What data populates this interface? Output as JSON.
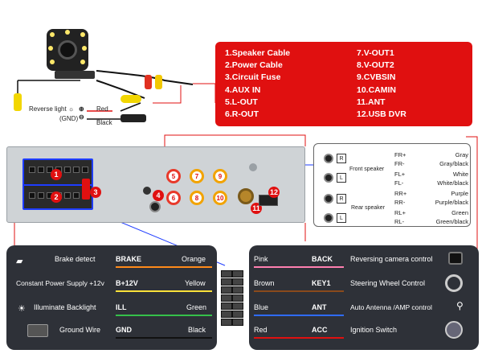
{
  "legend": {
    "items_left": [
      "1.Speaker Cable",
      "2.Power Cable",
      "3.Circuit Fuse",
      "4.AUX IN",
      "5.L-OUT",
      "6.R-OUT"
    ],
    "items_right": [
      "7.V-OUT1",
      "8.V-OUT2",
      "9.CVBSIN",
      "10.CAMIN",
      "11.ANT",
      "12.USB DVR"
    ]
  },
  "camera_wires": {
    "reverse_light": "Reverse light",
    "gnd": "(GND)",
    "red": "Red",
    "black": "Black"
  },
  "headunit_numbers": [
    "1",
    "2",
    "3",
    "4",
    "5",
    "6",
    "7",
    "8",
    "9",
    "10",
    "11",
    "12"
  ],
  "speaker": {
    "front_label": "Front speaker",
    "rear_label": "Rear speaker",
    "rows": [
      {
        "pin": "FR+",
        "color": "Gray"
      },
      {
        "pin": "FR-",
        "color": "Gray/black"
      },
      {
        "pin": "FL+",
        "color": "White"
      },
      {
        "pin": "FL-",
        "color": "White/black"
      },
      {
        "pin": "RR+",
        "color": "Purple"
      },
      {
        "pin": "RR-",
        "color": "Purple/black"
      },
      {
        "pin": "RL+",
        "color": "Green"
      },
      {
        "pin": "RL-",
        "color": "Green/black"
      }
    ],
    "letters": [
      "R",
      "L",
      "R",
      "L"
    ]
  },
  "left_wires": [
    {
      "label": "Brake detect",
      "code": "BRAKE",
      "color": "Orange",
      "line": "#ff8a1a"
    },
    {
      "label": "Constant Power Supply +12v",
      "code": "B+12V",
      "color": "Yellow",
      "line": "#ffe23a"
    },
    {
      "label": "Illuminate Backlight",
      "code": "ILL",
      "color": "Green",
      "line": "#35c04a"
    },
    {
      "label": "Ground Wire",
      "code": "GND",
      "color": "Black",
      "line": "#111111"
    }
  ],
  "right_wires": [
    {
      "color": "Pink",
      "code": "BACK",
      "label": "Reversing camera control",
      "line": "#ff7fb0"
    },
    {
      "color": "Brown",
      "code": "KEY1",
      "label": "Steering Wheel Control",
      "line": "#8a4a1c"
    },
    {
      "color": "Blue",
      "code": "ANT",
      "label": "Auto Antenna /AMP control",
      "line": "#2f6bff"
    },
    {
      "color": "Red",
      "code": "ACC",
      "label": "Ignition Switch",
      "line": "#e01010"
    }
  ]
}
